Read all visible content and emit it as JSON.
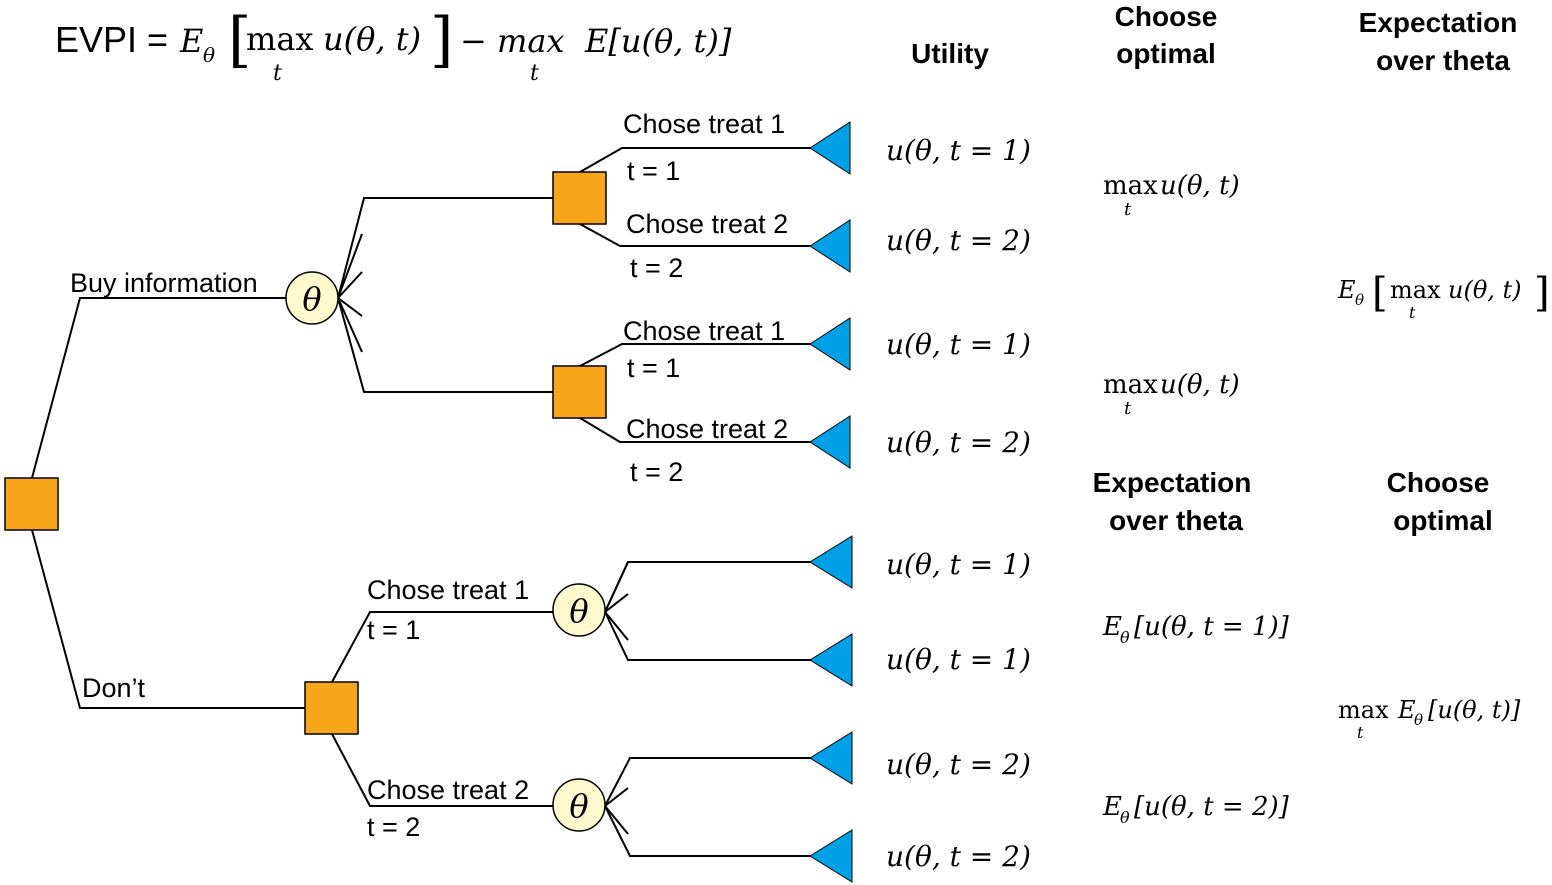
{
  "title": {
    "prefix": "EVPI =",
    "formula_rhs": "Eθ [max u(θ, t)] − max E[u(θ, t)]",
    "e_theta": "E",
    "theta_sub": "θ",
    "max_word": "max",
    "t_sub": "t",
    "u_expr": "u(θ, t)",
    "minus_max": "− max",
    "e_bracket_expr": "E[u(θ, t)]",
    "bracket_open": "[",
    "bracket_close": "]"
  },
  "column_headers": {
    "utility": "Utility",
    "choose_optimal_top_1": "Choose",
    "choose_optimal_top_2": "optimal",
    "expectation_top_1": "Expectation",
    "expectation_top_2": "over theta",
    "expectation_mid_1": "Expectation",
    "expectation_mid_2": "over theta",
    "choose_optimal_mid_1": "Choose",
    "choose_optimal_mid_2": "optimal"
  },
  "branches": {
    "buy_information": "Buy information",
    "dont": "Don’t",
    "chose_treat_1": "Chose  treat  1",
    "chose_treat_2": "Chose  treat  2",
    "t1": "t = 1",
    "t2": "t = 2"
  },
  "chance_node_symbol": "θ",
  "utilities": {
    "u_t1": "u(θ, t = 1)",
    "u_t2": "u(θ, t = 2)"
  },
  "formulas": {
    "max_word": "max",
    "t_sub": "t",
    "max_u": "u(θ, t)",
    "e": "E",
    "theta_sub": "θ",
    "e_u_t1": "[u(θ, t = 1)]",
    "e_u_t2": "[u(θ, t = 2)]",
    "e_max_u": "u(θ, t)",
    "max_e_u": "[u(θ, t)]"
  },
  "colors": {
    "decision_node": "#F7A61C",
    "chance_node": "#FFFACD",
    "terminal_node": "#00A0E6",
    "line": "#000000"
  }
}
